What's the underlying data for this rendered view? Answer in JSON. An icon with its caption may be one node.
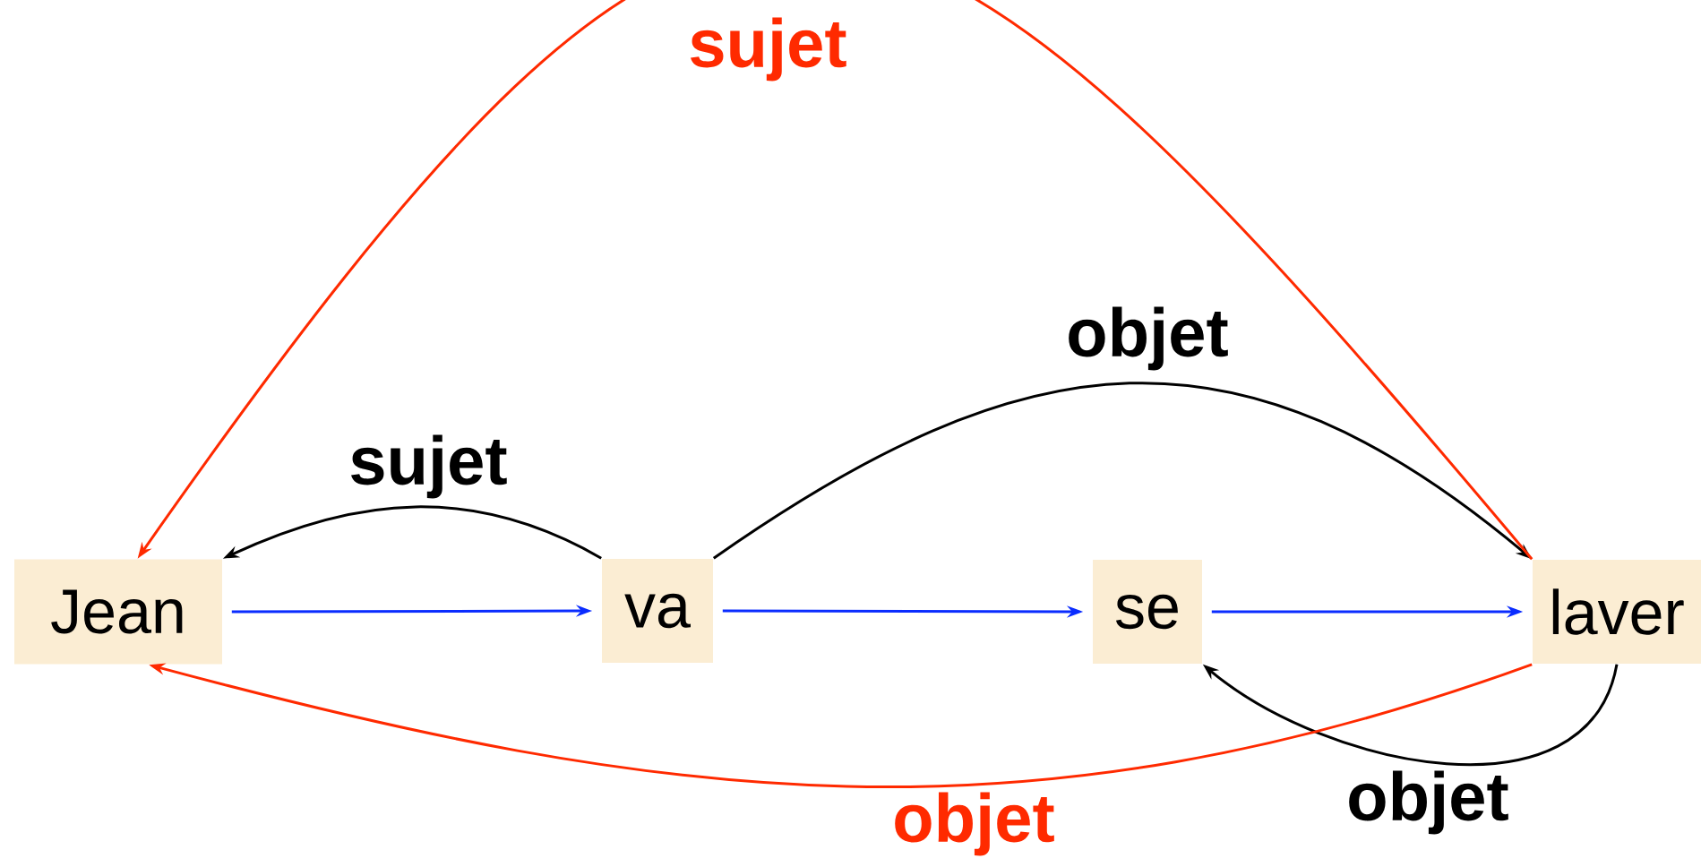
{
  "diagram": {
    "nodes": [
      {
        "text": [
          "Jean"
        ]
      },
      {
        "text": [
          "va"
        ]
      },
      {
        "text": [
          "se"
        ]
      },
      {
        "text": [
          "laver"
        ]
      }
    ],
    "edges": [
      {
        "from": 0,
        "to": 1,
        "arrow": "to",
        "color": "#0a2cff"
      },
      {
        "from": 1,
        "to": 2,
        "arrow": "to",
        "color": "#0a2cff"
      },
      {
        "from": 2,
        "to": 3,
        "arrow": "to",
        "color": "#0a2cff"
      },
      {
        "from": 1,
        "to": 0,
        "arrow": "to",
        "label": "sujet",
        "color": "#000000"
      },
      {
        "from": 1,
        "to": 3,
        "arrow": "to",
        "label": "objet",
        "color": "#000000"
      },
      {
        "from": 3,
        "to": 2,
        "arrow": "to",
        "label": "objet",
        "color": "#000000"
      },
      {
        "from": 3,
        "to": 0,
        "arrow": "to",
        "label": "sujet",
        "color": "#ff2a00"
      },
      {
        "from": 3,
        "to": 0,
        "arrow": "to",
        "label": "objet",
        "color": "#ff2a00"
      }
    ]
  }
}
